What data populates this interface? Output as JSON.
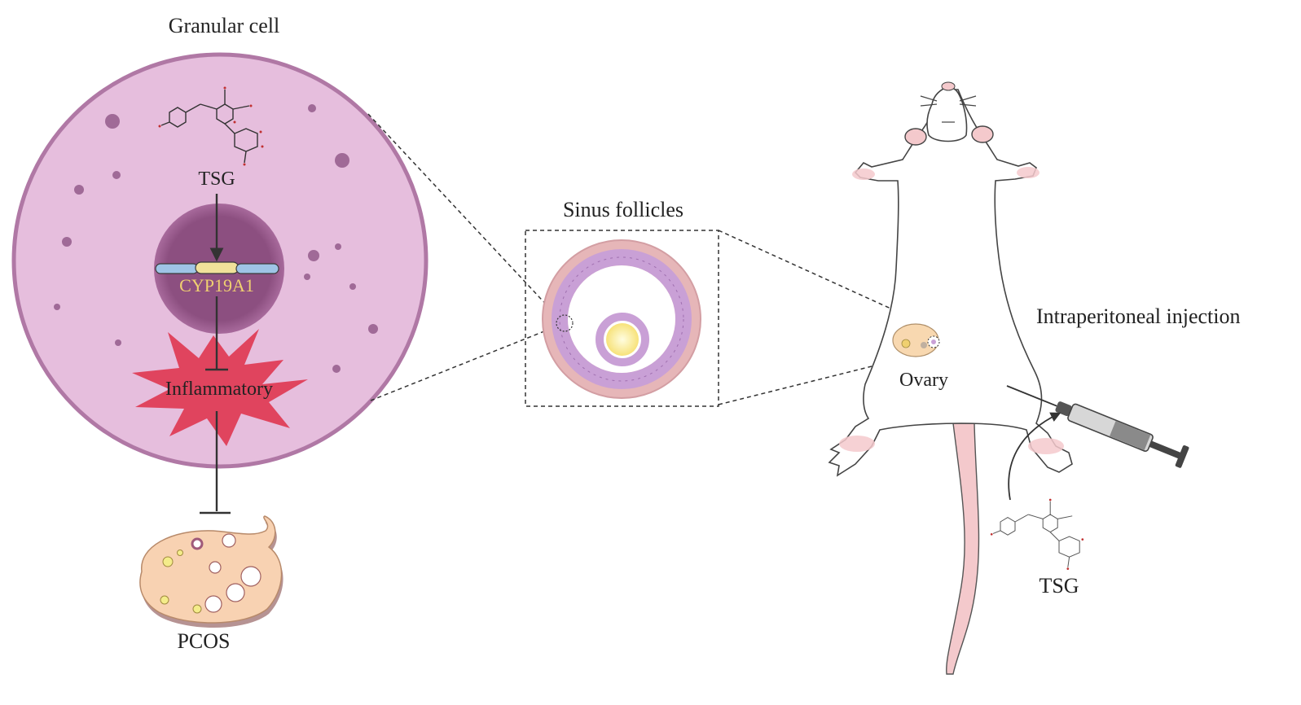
{
  "labels": {
    "granular_cell": "Granular cell",
    "tsg_cell": "TSG",
    "cyp19a1": "CYP19A1",
    "inflammatory": "Inflammatory",
    "pcos": "PCOS",
    "sinus_follicles": "Sinus follicles",
    "ovary": "Ovary",
    "injection": "Intraperitoneal injection",
    "tsg_rat": "TSG"
  },
  "colors": {
    "cell_fill": "#e6bedd",
    "cell_stroke": "#b078a5",
    "nucleus": "#8c4f80",
    "cyp_text": "#f0d070",
    "burst": "#e0445e",
    "follicle_outer": "#e8b8ba",
    "follicle_cells": "#c9a0d6",
    "oocyte": "#fff3a8",
    "pcos_fill": "#f8d2b2",
    "rat_pink": "#f4c9cc"
  },
  "icons": {
    "tsg_molecule": "tsg-molecule-icon",
    "syringe": "syringe-icon",
    "rat": "rat-icon",
    "pcos_ovary": "polycystic-ovary-icon"
  }
}
